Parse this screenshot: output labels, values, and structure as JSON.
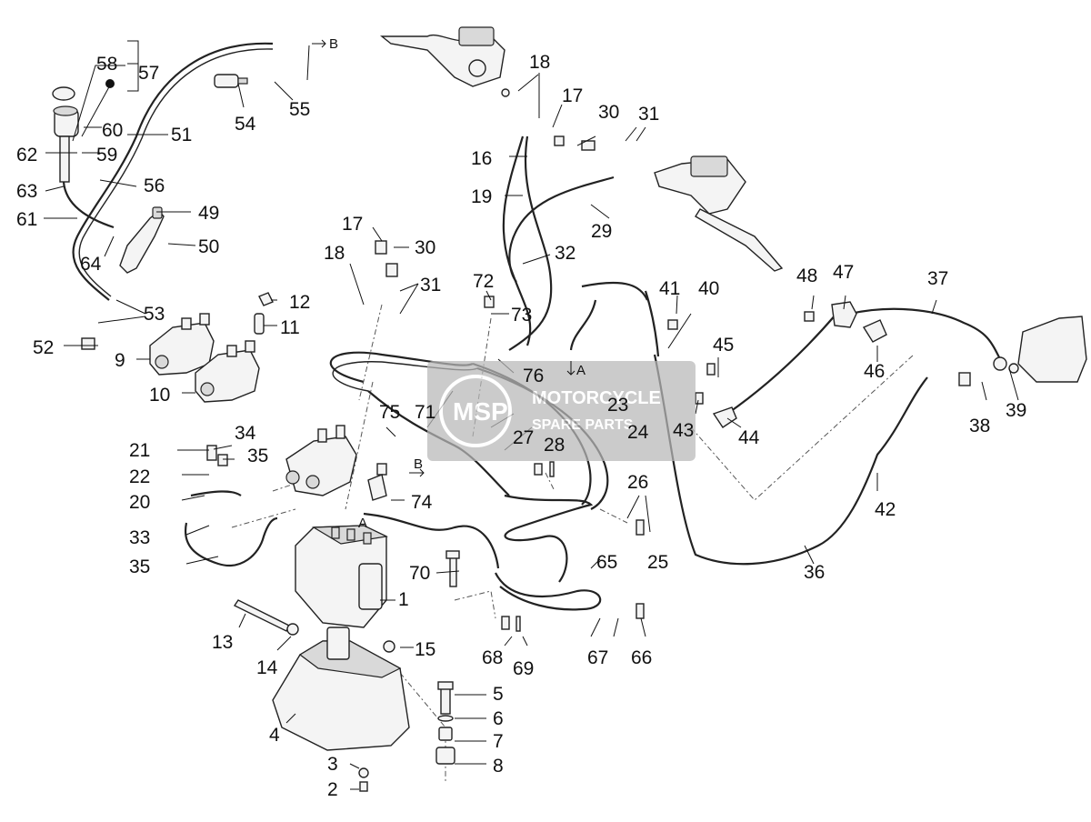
{
  "diagram": {
    "callouts": [
      {
        "id": "c58",
        "text": "58"
      },
      {
        "id": "c57",
        "text": "57"
      },
      {
        "id": "c60",
        "text": "60"
      },
      {
        "id": "c59",
        "text": "59"
      },
      {
        "id": "c62",
        "text": "62"
      },
      {
        "id": "c63",
        "text": "63"
      },
      {
        "id": "c61",
        "text": "61"
      },
      {
        "id": "c51",
        "text": "51"
      },
      {
        "id": "c56",
        "text": "56"
      },
      {
        "id": "c54",
        "text": "54"
      },
      {
        "id": "c55",
        "text": "55"
      },
      {
        "id": "c49",
        "text": "49"
      },
      {
        "id": "c50",
        "text": "50"
      },
      {
        "id": "c64",
        "text": "64"
      },
      {
        "id": "c53",
        "text": "53"
      },
      {
        "id": "c52",
        "text": "52"
      },
      {
        "id": "c12",
        "text": "12"
      },
      {
        "id": "c11",
        "text": "11"
      },
      {
        "id": "c9",
        "text": "9"
      },
      {
        "id": "c10",
        "text": "10"
      },
      {
        "id": "c18a",
        "text": "18"
      },
      {
        "id": "c17a",
        "text": "17"
      },
      {
        "id": "c16",
        "text": "16"
      },
      {
        "id": "c19",
        "text": "19"
      },
      {
        "id": "c30a",
        "text": "30"
      },
      {
        "id": "c31a",
        "text": "31"
      },
      {
        "id": "c29",
        "text": "29"
      },
      {
        "id": "c32",
        "text": "32"
      },
      {
        "id": "c17b",
        "text": "17"
      },
      {
        "id": "c30b",
        "text": "30"
      },
      {
        "id": "c18b",
        "text": "18"
      },
      {
        "id": "c31b",
        "text": "31"
      },
      {
        "id": "c72",
        "text": "72"
      },
      {
        "id": "c73",
        "text": "73"
      },
      {
        "id": "c76",
        "text": "76"
      },
      {
        "id": "c75",
        "text": "75"
      },
      {
        "id": "c71",
        "text": "71"
      },
      {
        "id": "c23",
        "text": "23"
      },
      {
        "id": "c24",
        "text": "24"
      },
      {
        "id": "c27",
        "text": "27"
      },
      {
        "id": "c28",
        "text": "28"
      },
      {
        "id": "c74",
        "text": "74"
      },
      {
        "id": "c41",
        "text": "41"
      },
      {
        "id": "c40",
        "text": "40"
      },
      {
        "id": "c45",
        "text": "45"
      },
      {
        "id": "c43",
        "text": "43"
      },
      {
        "id": "c44",
        "text": "44"
      },
      {
        "id": "c48",
        "text": "48"
      },
      {
        "id": "c47",
        "text": "47"
      },
      {
        "id": "c46",
        "text": "46"
      },
      {
        "id": "c37",
        "text": "37"
      },
      {
        "id": "c38",
        "text": "38"
      },
      {
        "id": "c39",
        "text": "39"
      },
      {
        "id": "c42",
        "text": "42"
      },
      {
        "id": "c36",
        "text": "36"
      },
      {
        "id": "c26",
        "text": "26"
      },
      {
        "id": "c25",
        "text": "25"
      },
      {
        "id": "c65",
        "text": "65"
      },
      {
        "id": "c70",
        "text": "70"
      },
      {
        "id": "c67",
        "text": "67"
      },
      {
        "id": "c66",
        "text": "66"
      },
      {
        "id": "c68",
        "text": "68"
      },
      {
        "id": "c69",
        "text": "69"
      },
      {
        "id": "c34",
        "text": "34"
      },
      {
        "id": "c21",
        "text": "21"
      },
      {
        "id": "c35a",
        "text": "35"
      },
      {
        "id": "c22",
        "text": "22"
      },
      {
        "id": "c20",
        "text": "20"
      },
      {
        "id": "c33",
        "text": "33"
      },
      {
        "id": "c35b",
        "text": "35"
      },
      {
        "id": "c1",
        "text": "1"
      },
      {
        "id": "c13",
        "text": "13"
      },
      {
        "id": "c14",
        "text": "14"
      },
      {
        "id": "c15",
        "text": "15"
      },
      {
        "id": "c4",
        "text": "4"
      },
      {
        "id": "c5",
        "text": "5"
      },
      {
        "id": "c6",
        "text": "6"
      },
      {
        "id": "c7",
        "text": "7"
      },
      {
        "id": "c8",
        "text": "8"
      },
      {
        "id": "c3",
        "text": "3"
      },
      {
        "id": "c2",
        "text": "2"
      }
    ],
    "connector_letters": [
      {
        "id": "B1",
        "text": "B"
      },
      {
        "id": "A1",
        "text": "A"
      },
      {
        "id": "B2",
        "text": "B"
      },
      {
        "id": "A2",
        "text": "A"
      }
    ]
  },
  "watermark": {
    "logo_text": "MSP",
    "line1": "MOTORCYCLE",
    "line2": "SPARE PARTS",
    "color": "#c9c9c9",
    "accent": "#e05a2a"
  }
}
